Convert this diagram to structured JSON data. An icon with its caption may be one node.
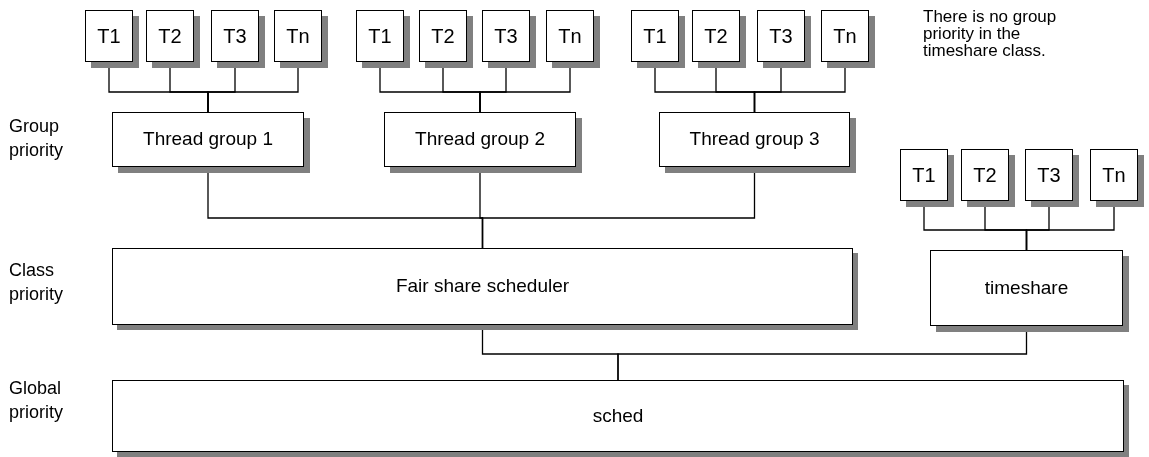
{
  "diagram": {
    "nodes": [
      {
        "text": [
          "T1"
        ]
      },
      {
        "text": [
          "T2"
        ]
      },
      {
        "text": [
          "T3"
        ]
      },
      {
        "text": [
          "Tn"
        ]
      },
      {
        "text": [
          "T1"
        ]
      },
      {
        "text": [
          "T2"
        ]
      },
      {
        "text": [
          "T3"
        ]
      },
      {
        "text": [
          "Tn"
        ]
      },
      {
        "text": [
          "T1"
        ]
      },
      {
        "text": [
          "T2"
        ]
      },
      {
        "text": [
          "T3"
        ]
      },
      {
        "text": [
          "Tn"
        ]
      },
      {
        "text": [
          "Thread group 1"
        ]
      },
      {
        "text": [
          "Thread group 2"
        ]
      },
      {
        "text": [
          "Thread group 3"
        ]
      },
      {
        "text": [
          "T1"
        ]
      },
      {
        "text": [
          "T2"
        ]
      },
      {
        "text": [
          "T3"
        ]
      },
      {
        "text": [
          "Tn"
        ]
      },
      {
        "text": [
          "Fair share scheduler"
        ]
      },
      {
        "text": [
          "timeshare"
        ]
      },
      {
        "text": [
          "sched"
        ]
      }
    ],
    "edges": [
      {
        "from": 0,
        "to": 12,
        "arrow": "none"
      },
      {
        "from": 1,
        "to": 12,
        "arrow": "none"
      },
      {
        "from": 2,
        "to": 12,
        "arrow": "none"
      },
      {
        "from": 3,
        "to": 12,
        "arrow": "none"
      },
      {
        "from": 4,
        "to": 13,
        "arrow": "none"
      },
      {
        "from": 5,
        "to": 13,
        "arrow": "none"
      },
      {
        "from": 6,
        "to": 13,
        "arrow": "none"
      },
      {
        "from": 7,
        "to": 13,
        "arrow": "none"
      },
      {
        "from": 8,
        "to": 14,
        "arrow": "none"
      },
      {
        "from": 9,
        "to": 14,
        "arrow": "none"
      },
      {
        "from": 10,
        "to": 14,
        "arrow": "none"
      },
      {
        "from": 11,
        "to": 14,
        "arrow": "none"
      },
      {
        "from": 12,
        "to": 19,
        "arrow": "none"
      },
      {
        "from": 13,
        "to": 19,
        "arrow": "none"
      },
      {
        "from": 14,
        "to": 19,
        "arrow": "none"
      },
      {
        "from": 15,
        "to": 20,
        "arrow": "none"
      },
      {
        "from": 16,
        "to": 20,
        "arrow": "none"
      },
      {
        "from": 17,
        "to": 20,
        "arrow": "none"
      },
      {
        "from": 18,
        "to": 20,
        "arrow": "none"
      },
      {
        "from": 19,
        "to": 21,
        "arrow": "none"
      },
      {
        "from": 20,
        "to": 21,
        "arrow": "none"
      }
    ],
    "labels": [
      "There is no group priority in the timeshare class.",
      "Group priority",
      "Class priority",
      "Global priority"
    ]
  }
}
